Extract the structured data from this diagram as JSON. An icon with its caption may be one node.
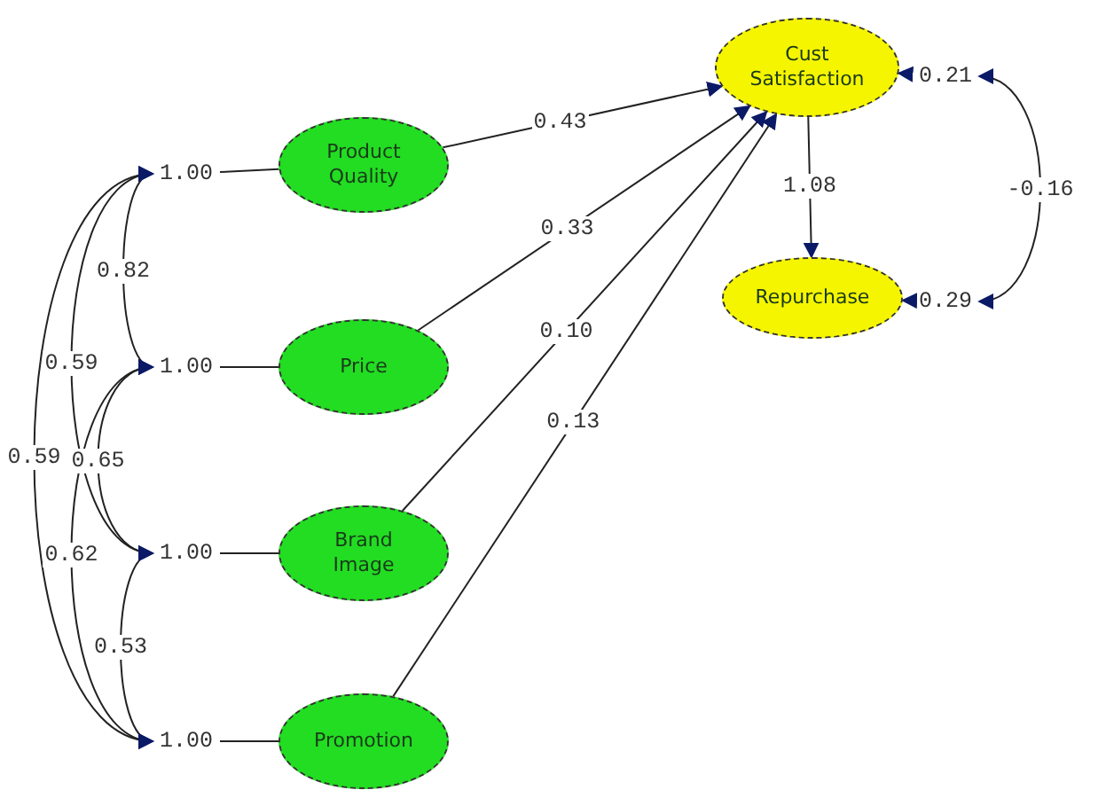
{
  "diagram": {
    "nodes": [
      {
        "text": [
          "1.00"
        ]
      },
      {
        "text": [
          "Product Quality"
        ]
      },
      {
        "text": [
          "1.00"
        ]
      },
      {
        "text": [
          "Price"
        ]
      },
      {
        "text": [
          "1.00"
        ]
      },
      {
        "text": [
          "Brand Image"
        ]
      },
      {
        "text": [
          "1.00"
        ]
      },
      {
        "text": [
          "Promotion"
        ]
      },
      {
        "text": [
          "Cust Satisfaction"
        ]
      },
      {
        "text": [
          "0.21"
        ]
      },
      {
        "text": [
          "Repurchase"
        ]
      },
      {
        "text": [
          "0.29"
        ]
      }
    ],
    "edges": [
      {
        "from": 0,
        "to": 1,
        "arrow": "none"
      },
      {
        "from": 2,
        "to": 3,
        "arrow": "none"
      },
      {
        "from": 4,
        "to": 5,
        "arrow": "none"
      },
      {
        "from": 6,
        "to": 7,
        "arrow": "none"
      },
      {
        "from": 0,
        "to": 2,
        "arrow": "both",
        "label": "0.82"
      },
      {
        "from": 0,
        "to": 4,
        "arrow": "both",
        "label": "0.59"
      },
      {
        "from": 0,
        "to": 6,
        "arrow": "both",
        "label": "0.59"
      },
      {
        "from": 2,
        "to": 4,
        "arrow": "both",
        "label": "0.65"
      },
      {
        "from": 2,
        "to": 6,
        "arrow": "both",
        "label": "0.62"
      },
      {
        "from": 4,
        "to": 6,
        "arrow": "both",
        "label": "0.53"
      },
      {
        "from": 1,
        "to": 8,
        "arrow": "to",
        "label": "0.43"
      },
      {
        "from": 3,
        "to": 8,
        "arrow": "to",
        "label": "0.33"
      },
      {
        "from": 5,
        "to": 8,
        "arrow": "to",
        "label": "0.10"
      },
      {
        "from": 7,
        "to": 8,
        "arrow": "to",
        "label": "0.13"
      },
      {
        "from": 8,
        "to": 10,
        "arrow": "to",
        "label": "1.08"
      },
      {
        "from": 9,
        "to": 8,
        "arrow": "to"
      },
      {
        "from": 11,
        "to": 10,
        "arrow": "to"
      },
      {
        "from": 9,
        "to": 11,
        "arrow": "both",
        "label": "-0.16"
      }
    ]
  }
}
